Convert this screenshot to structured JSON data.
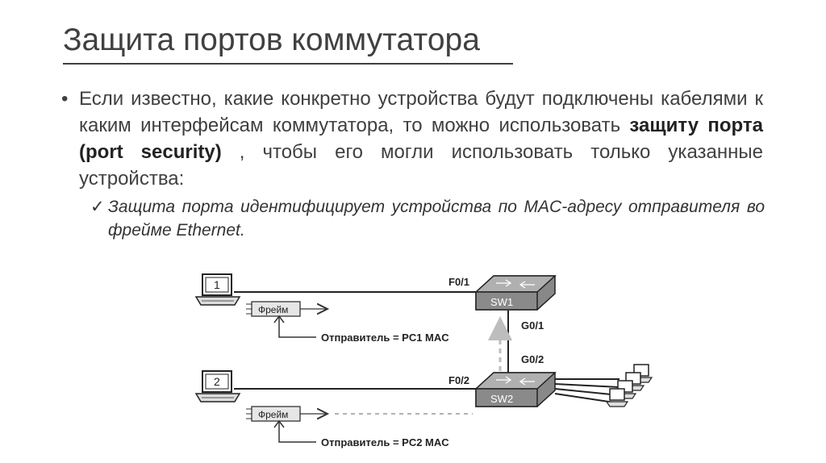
{
  "title": "Защита портов коммутатора",
  "bullet": {
    "marker": "•",
    "text_before": "Если известно, какие конкретно устройства будут подключены кабелями к каким интерфейсам коммутатора, то можно использовать ",
    "bold": "защиту порта (port security)",
    "text_after": " , чтобы его могли использовать только указанные устройства:"
  },
  "sub_bullet": {
    "marker": "✓",
    "text": "Защита порта идентифицирует устройства по MAC-адресу отправителя во фрейме Ethernet."
  },
  "diagram": {
    "pc1_label": "1",
    "pc2_label": "2",
    "sw1_label": "SW1",
    "sw2_label": "SW2",
    "port_f01": "F0/1",
    "port_f02": "F0/2",
    "port_g01": "G0/1",
    "port_g02": "G0/2",
    "frame_label_1": "Фрейм",
    "frame_label_2": "Фрейм",
    "sender_1": "Отправитель = PC1 MAC",
    "sender_2": "Отправитель = PC2 MAC"
  }
}
